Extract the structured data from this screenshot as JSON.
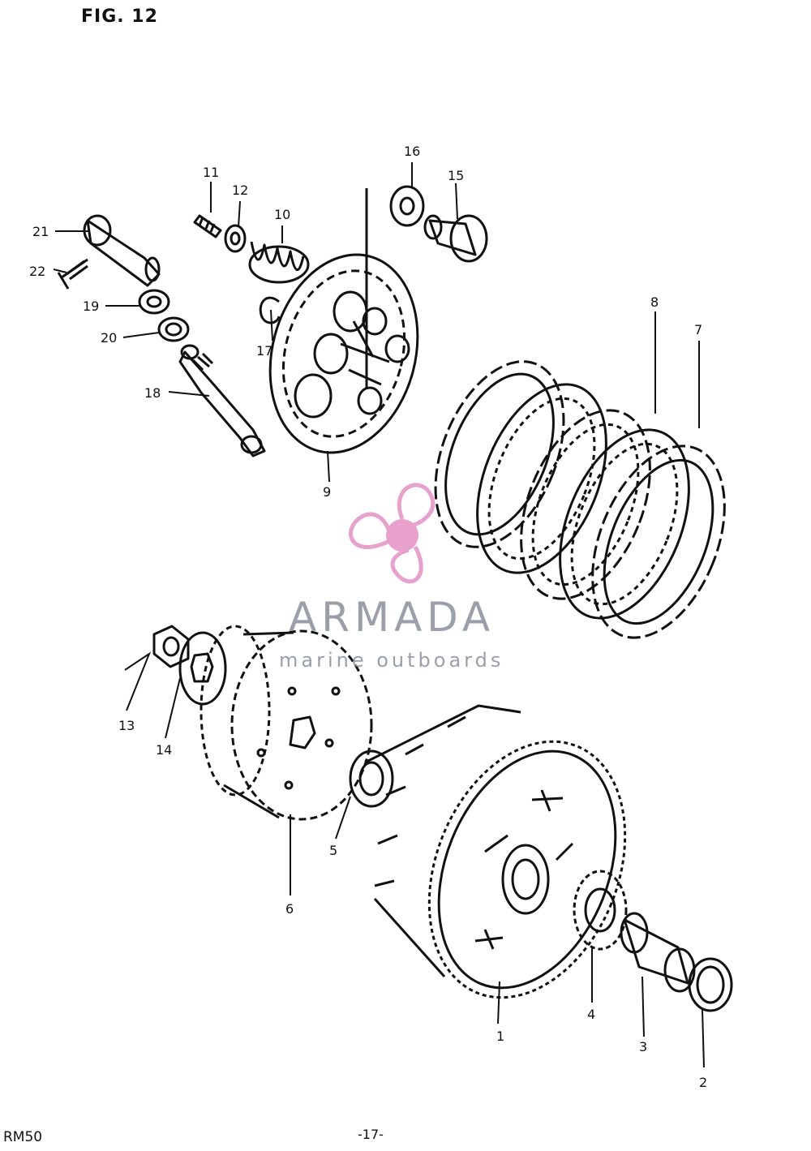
{
  "figure": {
    "label": "FIG. 12"
  },
  "footer": {
    "model": "RM50",
    "page": "-17-"
  },
  "watermark": {
    "name": "ARMADA",
    "tagline": "marine outboards",
    "color": "#e8a0cc"
  },
  "callouts": [
    "1",
    "2",
    "3",
    "4",
    "5",
    "6",
    "7",
    "8",
    "9",
    "10",
    "11",
    "12",
    "13",
    "14",
    "15",
    "16",
    "17",
    "18",
    "19",
    "20",
    "21",
    "22"
  ]
}
